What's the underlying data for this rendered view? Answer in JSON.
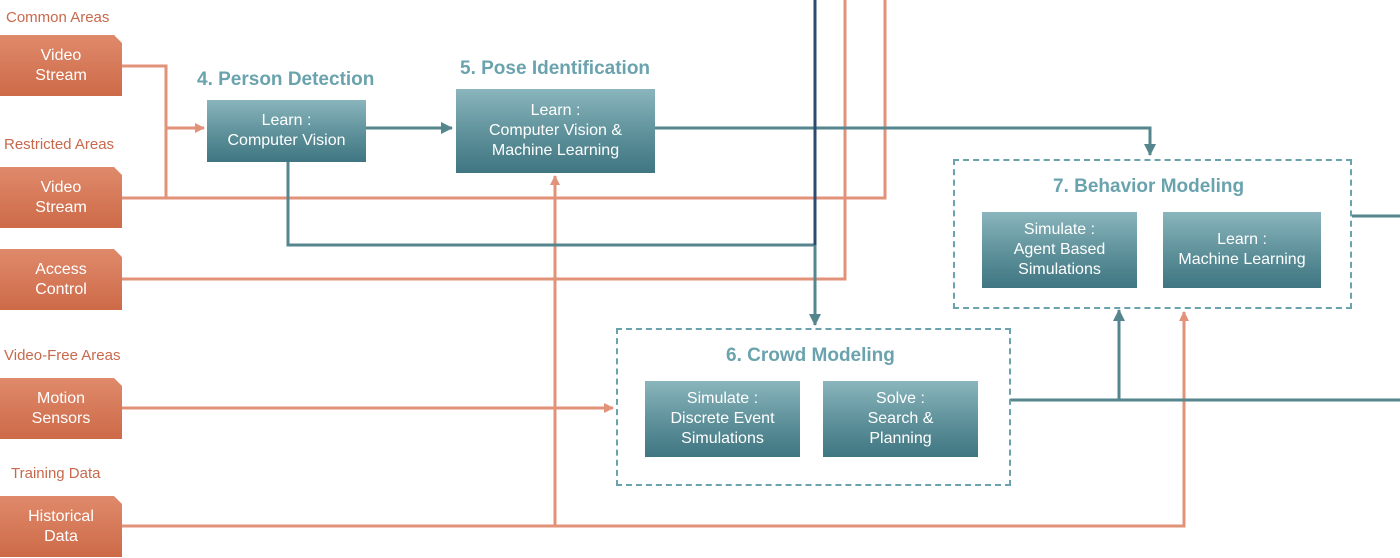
{
  "sources": {
    "common_areas": {
      "heading": "Common Areas",
      "line1": "Video",
      "line2": "Stream"
    },
    "restricted_areas": {
      "heading": "Restricted Areas",
      "line1": "Video",
      "line2": "Stream"
    },
    "access_control": {
      "line1": "Access",
      "line2": "Control"
    },
    "video_free_areas": {
      "heading": "Video-Free Areas",
      "line1": "Motion",
      "line2": "Sensors"
    },
    "training_data": {
      "heading": "Training Data",
      "line1": "Historical",
      "line2": "Data"
    }
  },
  "stages": {
    "person_detection": {
      "title": "4. Person Detection",
      "box": {
        "line1": "Learn :",
        "line2": "Computer Vision"
      }
    },
    "pose_identification": {
      "title": "5. Pose Identification",
      "box": {
        "line1": "Learn :",
        "line2": "Computer Vision &",
        "line3": "Machine Learning"
      }
    },
    "crowd_modeling": {
      "title": "6. Crowd Modeling",
      "simulate": {
        "line1": "Simulate :",
        "line2": "Discrete Event",
        "line3": "Simulations"
      },
      "solve": {
        "line1": "Solve :",
        "line2": "Search &",
        "line3": "Planning"
      }
    },
    "behavior_modeling": {
      "title": "7. Behavior Modeling",
      "simulate": {
        "line1": "Simulate :",
        "line2": "Agent Based",
        "line3": "Simulations"
      },
      "learn": {
        "line1": "Learn :",
        "line2": "Machine Learning"
      }
    }
  },
  "colors": {
    "source_orange": "#cd6a48",
    "orange_wire": "#e3927a",
    "teal_wire": "#55868e",
    "navy_wire": "#2b4a6f",
    "dashed_border": "#6aa3ad"
  }
}
